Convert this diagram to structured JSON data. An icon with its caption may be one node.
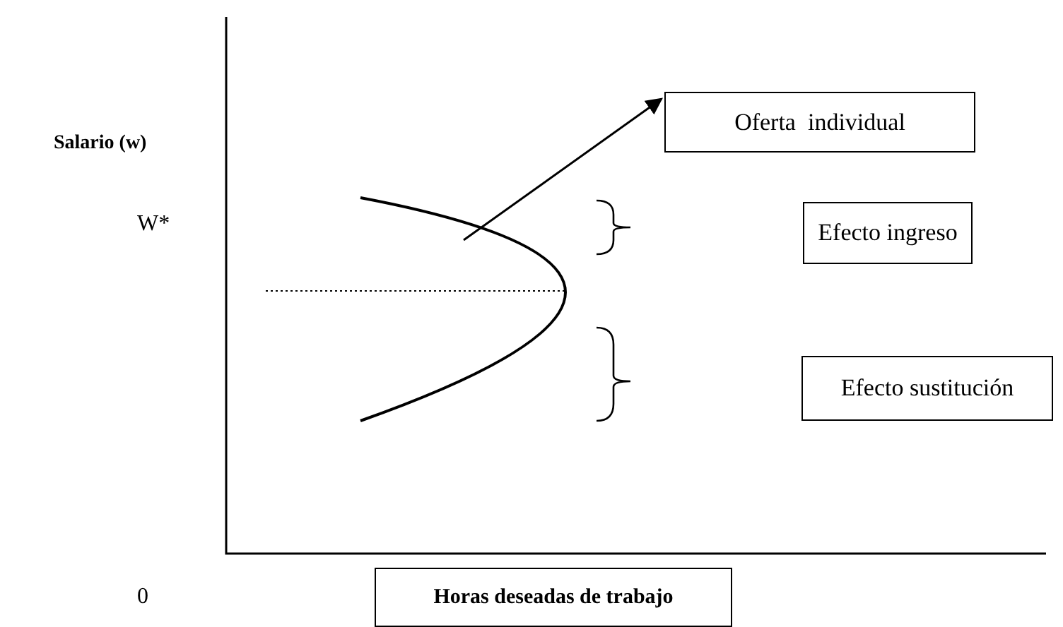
{
  "diagram": {
    "nodes": [
      {
        "text": [
          "Oferta  individual"
        ]
      },
      {
        "text": [
          "Efecto ingreso"
        ]
      },
      {
        "text": [
          "Efecto sustitución"
        ]
      },
      {
        "text": [
          "Horas deseadas de trabajo"
        ]
      },
      {
        "text": [],
        "shape": "curve"
      }
    ],
    "edges": [
      {
        "from": 4,
        "to": 0,
        "arrow": "to"
      }
    ],
    "labels": [
      "Salario (w)",
      "W*",
      "0"
    ]
  }
}
